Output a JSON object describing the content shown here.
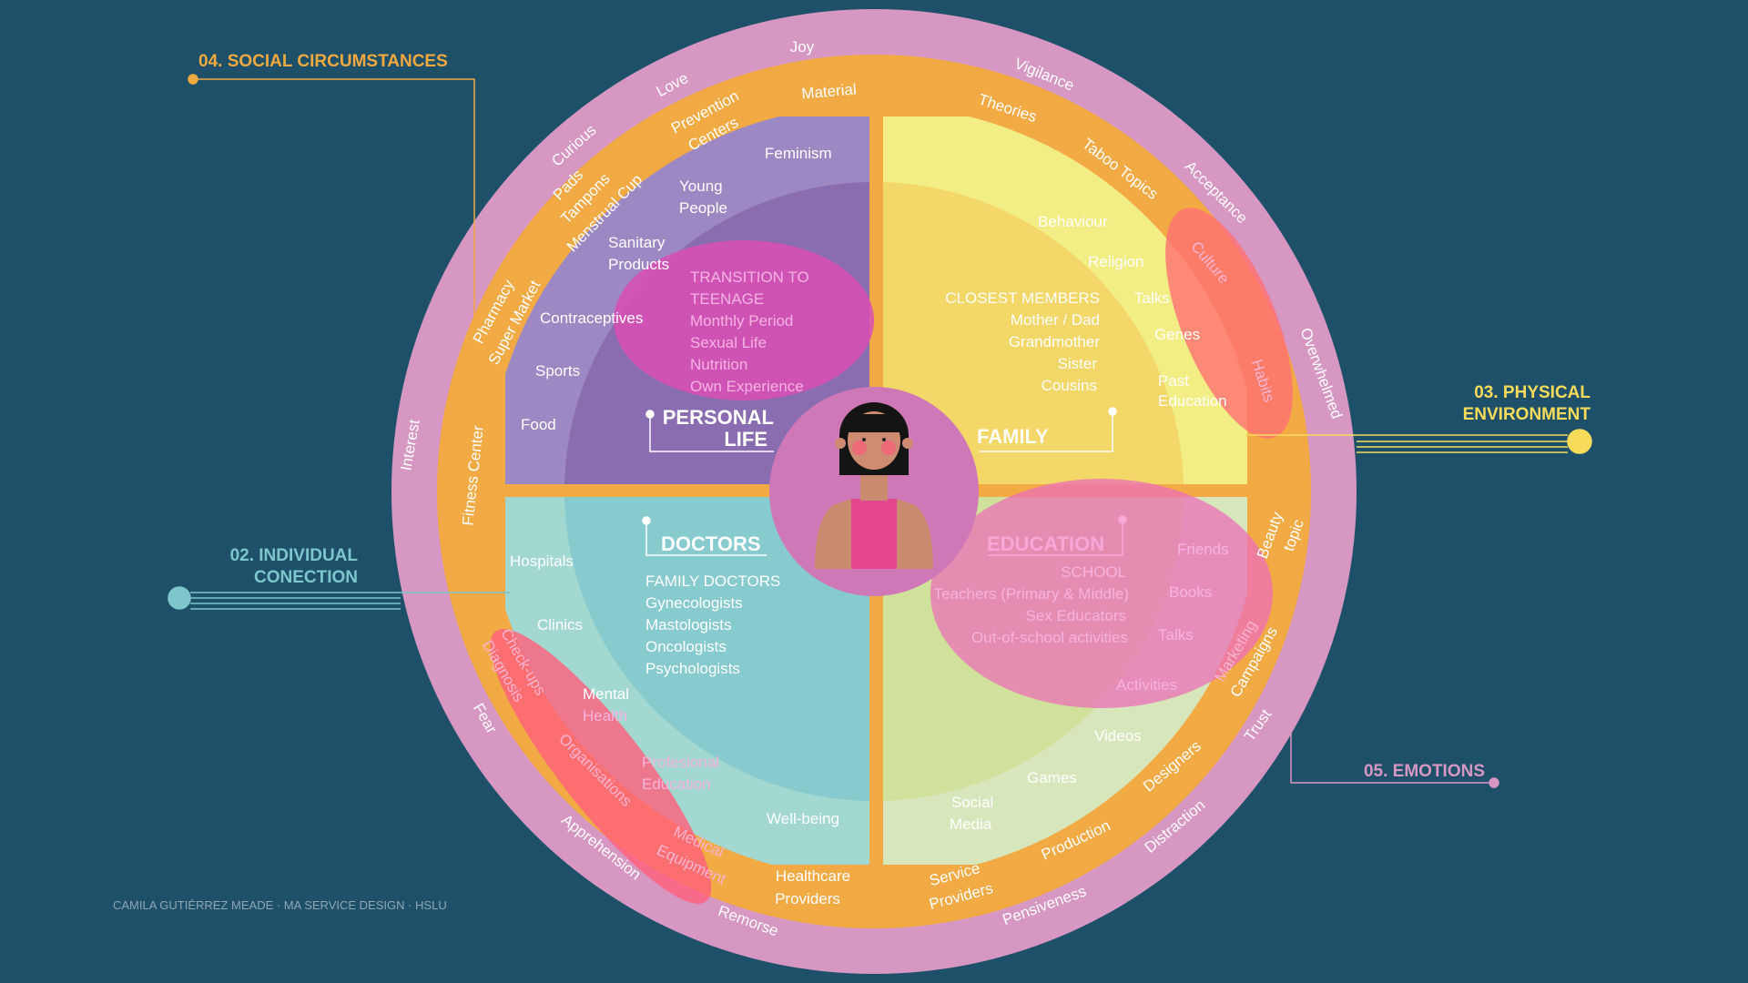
{
  "colors": {
    "background": "#1f5069",
    "outer_ring": "#d697c3",
    "middle_ring": "#f2aa45",
    "personal": "#9c88c2",
    "personal_inner": "#8a6db0",
    "family": "#f7e57a",
    "family_inner": "#f3d768",
    "doctors": "#a0d6d0",
    "doctors_inner": "#87cbcf",
    "education": "#d6e3b4",
    "education_inner": "#cfe19a",
    "highlight_pink": "#e24fb4",
    "highlight_coral": "#ff6f6f",
    "label_social": "#f0a940",
    "label_physical": "#f6dc5a",
    "label_individual": "#7cc6cc",
    "label_emotions": "#d697c3"
  },
  "callouts": {
    "social": "04. SOCIAL CIRCUMSTANCES",
    "physical_1": "03. PHYSICAL",
    "physical_2": "ENVIRONMENT",
    "individual_1": "02. INDIVIDUAL",
    "individual_2": "CONECTION",
    "emotions": "05. EMOTIONS"
  },
  "emotions": [
    "Joy",
    "Vigilance",
    "Acceptance",
    "Overwhelmed",
    "Trust",
    "Distraction",
    "Pensiveness",
    "Remorse",
    "Apprehension",
    "Fear",
    "Interest",
    "Curious",
    "Love"
  ],
  "social": [
    "Material",
    "Theories",
    "Taboo Topics",
    "Culture",
    "Habits",
    "Beauty",
    "topic",
    "Marketing",
    "Campaigns",
    "Designers",
    "Production",
    "Service",
    "Providers",
    "Healthcare",
    "Providers",
    "Medical",
    "Equipment",
    "Organisations",
    "Check-ups",
    "Diagnosis",
    "Fitness Center",
    "Pharmacy",
    "Super Market",
    "Pads",
    "Tampons",
    "Menstrual Cup",
    "Prevention",
    "Centers"
  ],
  "personal": {
    "title_1": "PERSONAL",
    "title_2": "LIFE",
    "items": [
      "Feminism",
      "Young",
      "People",
      "Sanitary",
      "Products",
      "Contraceptives",
      "Sports",
      "Food"
    ],
    "center": [
      "TRANSITION TO",
      "TEENAGE",
      "Monthly Period",
      "Sexual Life",
      "Nutrition",
      "Own Experience"
    ]
  },
  "family": {
    "title": "FAMILY",
    "items": [
      "Behaviour",
      "Religion",
      "Talks",
      "Genes",
      "Past",
      "Education"
    ],
    "members": [
      "CLOSEST MEMBERS",
      "Mother / Dad",
      "Grandmother",
      "Sister",
      "Cousins"
    ]
  },
  "doctors": {
    "title": "DOCTORS",
    "items": [
      "Hospitals",
      "Clinics",
      "Mental",
      "Health",
      "Profesional",
      "Education",
      "Well-being"
    ],
    "list": [
      "FAMILY DOCTORS",
      "Gynecologists",
      "Mastologists",
      "Oncologists",
      "Psychologists"
    ]
  },
  "education": {
    "title": "EDUCATION",
    "items": [
      "Friends",
      "Books",
      "Talks",
      "Activities",
      "Videos",
      "Games",
      "Social",
      "Media"
    ],
    "school": [
      "SCHOOL",
      "Teachers (Primary & Middle)",
      "Sex Educators",
      "Out-of-school activities"
    ]
  },
  "footer": "CAMILA GUTIÉRREZ MEADE · MA SERVICE DESIGN · HSLU"
}
